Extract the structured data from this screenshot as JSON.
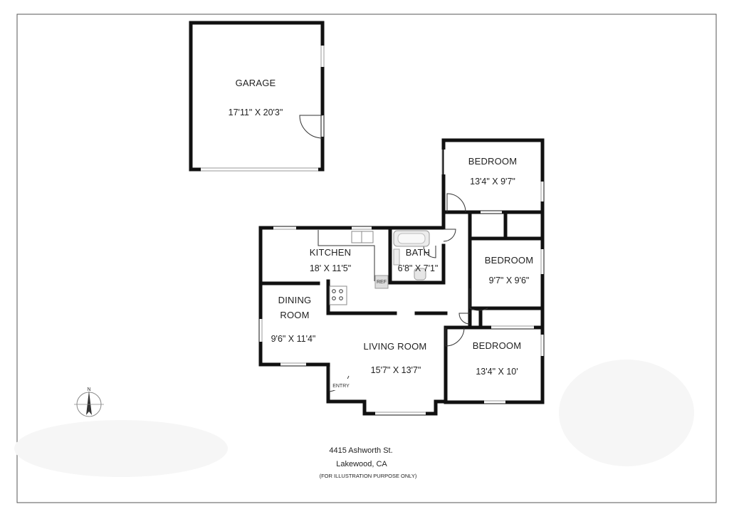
{
  "rooms": {
    "garage": {
      "name": "GARAGE",
      "dims": "17'11\" X 20'3\""
    },
    "bedroom_top": {
      "name": "BEDROOM",
      "dims": "13'4\" X 9'7\""
    },
    "kitchen": {
      "name": "KITCHEN",
      "dims": "18' X 11'5\""
    },
    "bath": {
      "name": "BATH",
      "dims": "6'8\" X 7'1\""
    },
    "bedroom_mid": {
      "name": "BEDROOM",
      "dims": "9'7\" X 9'6\""
    },
    "dining": {
      "name_line1": "DINING",
      "name_line2": "ROOM",
      "dims": "9'6\" X 11'4\""
    },
    "living": {
      "name": "LIVING ROOM",
      "dims": "15'7\" X 13'7\""
    },
    "bedroom_bottom": {
      "name": "BEDROOM",
      "dims": "13'4\" X 10'"
    }
  },
  "fixtures": {
    "ref_label": "REF",
    "entry_label": "ENTRY"
  },
  "compass": {
    "label": "N"
  },
  "address": {
    "line1": "4415 Ashworth St.",
    "line2": "Lakewood, CA",
    "note": "(FOR ILLUSTRATION PURPOSE ONLY)"
  }
}
